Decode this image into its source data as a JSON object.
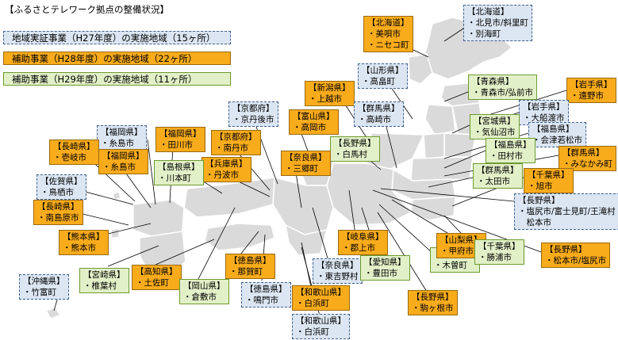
{
  "title": "【ふるさとテレワーク拠点の整備状況】",
  "colors": {
    "fy27": "#dce6f2",
    "fy28": "#f8ab1b",
    "fy29": "#e2f0c8",
    "map_land": "#dadada",
    "map_border": "#ffffff"
  },
  "legend": [
    {
      "text": "地域実証事業（H27年度）の実施地域（15ヶ所）",
      "year": "H27"
    },
    {
      "text": "補助事業（H28年度）の実施地域（22ヶ所）",
      "year": "H28"
    },
    {
      "text": "補助事業（H29年度）の実施地域（11ヶ所）",
      "year": "H29"
    }
  ],
  "sites": [
    {
      "id": "hokkaido-bibai",
      "year": "H28",
      "pref": "【北海道】",
      "places": [
        "・美唄市",
        "・ニセコ町"
      ]
    },
    {
      "id": "hokkaido-kitami",
      "year": "H27",
      "pref": "【北海道】",
      "places": [
        "・北見市/斜里町",
        "・別海町"
      ]
    },
    {
      "id": "yamagata",
      "year": "H27",
      "pref": "【山形県】",
      "places": [
        "・高畠町"
      ]
    },
    {
      "id": "niigata",
      "year": "H28",
      "pref": "【新潟県】",
      "places": [
        "・上越市"
      ]
    },
    {
      "id": "gunma-takasaki",
      "year": "H27",
      "pref": "【群馬県】",
      "places": [
        "・高崎市"
      ]
    },
    {
      "id": "aomori",
      "year": "H29",
      "pref": "【青森県】",
      "places": [
        "・青森市/弘前市"
      ]
    },
    {
      "id": "iwate-tono",
      "year": "H28",
      "pref": "【岩手県】",
      "places": [
        "・遠野市"
      ]
    },
    {
      "id": "iwate-ofunato",
      "year": "H27",
      "pref": "【岩手県】",
      "places": [
        "・大船渡市"
      ]
    },
    {
      "id": "miyagi",
      "year": "H29",
      "pref": "【宮城県】",
      "places": [
        "・気仙沼市"
      ]
    },
    {
      "id": "fukushima-aizu",
      "year": "H27",
      "pref": "【福島県】",
      "places": [
        "・会津若松市"
      ]
    },
    {
      "id": "fukushima-tamura",
      "year": "H29",
      "pref": "【福島県】",
      "places": [
        "・田村市"
      ]
    },
    {
      "id": "gunma-minakami",
      "year": "H28",
      "pref": "【群馬県】",
      "places": [
        "・みなかみ町"
      ]
    },
    {
      "id": "gunma-ota",
      "year": "H29",
      "pref": "【群馬県】",
      "places": [
        "・太田市"
      ]
    },
    {
      "id": "chiba-asahi",
      "year": "H28",
      "pref": "【千葉県】",
      "places": [
        "・旭市"
      ]
    },
    {
      "id": "nagano-shiojiri",
      "year": "H27",
      "pref": "【長野県】",
      "places": [
        "・塩尻市/富士見町/王滝村",
        "　松本市"
      ]
    },
    {
      "id": "nagano-matsumoto",
      "year": "H28",
      "pref": "【長野県】",
      "places": [
        "・松本市/塩尻市"
      ]
    },
    {
      "id": "kyoto-kyotango",
      "year": "H27",
      "pref": "【京都府】",
      "places": [
        "・京丹後市"
      ]
    },
    {
      "id": "kyoto-nantan",
      "year": "H28",
      "pref": "【京都府】",
      "places": [
        "・南丹市"
      ]
    },
    {
      "id": "toyama",
      "year": "H28",
      "pref": "【富山県】",
      "places": [
        "・高岡市"
      ]
    },
    {
      "id": "nagano-hakuba",
      "year": "H29",
      "pref": "【長野県】",
      "places": [
        "・白馬村"
      ]
    },
    {
      "id": "nara-sango",
      "year": "H28",
      "pref": "【奈良県】",
      "places": [
        "・三郷町"
      ]
    },
    {
      "id": "hyogo",
      "year": "H28",
      "pref": "【兵庫県】",
      "places": [
        "・丹波市"
      ]
    },
    {
      "id": "shimane",
      "year": "H29",
      "pref": "【島根県】",
      "places": [
        "・川本町"
      ]
    },
    {
      "id": "fukuoka-itoshima-27",
      "year": "H27",
      "pref": "【福岡県】",
      "places": [
        "・糸島市"
      ]
    },
    {
      "id": "fukuoka-tagawa",
      "year": "H28",
      "pref": "【福岡県】",
      "places": [
        "・田川市"
      ]
    },
    {
      "id": "nagasaki-iki",
      "year": "H28",
      "pref": "【長崎県】",
      "places": [
        "・壱岐市"
      ]
    },
    {
      "id": "fukuoka-itoshima-28",
      "year": "H28",
      "pref": "【福岡県】",
      "places": [
        "・糸島市"
      ]
    },
    {
      "id": "saga",
      "year": "H27",
      "pref": "【佐賀県】",
      "places": [
        "・鳥栖市"
      ]
    },
    {
      "id": "nagasaki-minamishimabara",
      "year": "H28",
      "pref": "【長崎県】",
      "places": [
        "・南島原市"
      ]
    },
    {
      "id": "kumamoto",
      "year": "H28",
      "pref": "【熊本県】",
      "places": [
        "・熊本市"
      ]
    },
    {
      "id": "okinawa",
      "year": "H27",
      "pref": "【沖縄県】",
      "places": [
        "・竹富町"
      ]
    },
    {
      "id": "miyazaki",
      "year": "H29",
      "pref": "【宮崎県】",
      "places": [
        "・椎葉村"
      ]
    },
    {
      "id": "kochi",
      "year": "H28",
      "pref": "【高知県】",
      "places": [
        "・土佐町"
      ]
    },
    {
      "id": "okayama",
      "year": "H29",
      "pref": "【岡山県】",
      "places": [
        "・倉敷市"
      ]
    },
    {
      "id": "tokushima-naka",
      "year": "H28",
      "pref": "【徳島県】",
      "places": [
        "・那賀町"
      ]
    },
    {
      "id": "tokushima-naruto",
      "year": "H27",
      "pref": "【徳島県】",
      "places": [
        "・鳴門市"
      ]
    },
    {
      "id": "wakayama-shirahama-28",
      "year": "H28",
      "pref": "【和歌山県】",
      "places": [
        "・白浜町"
      ]
    },
    {
      "id": "wakayama-shirahama-27",
      "year": "H27",
      "pref": "【和歌山県】",
      "places": [
        "・白浜町"
      ]
    },
    {
      "id": "nara-higashiyoshino",
      "year": "H27",
      "pref": "【奈良県】",
      "places": [
        "・東吉野村"
      ]
    },
    {
      "id": "gifu",
      "year": "H28",
      "pref": "【岐阜県】",
      "places": [
        "・郡上市"
      ]
    },
    {
      "id": "aichi",
      "year": "H29",
      "pref": "【愛知県】",
      "places": [
        "・豊田市"
      ]
    },
    {
      "id": "nagano-komagane",
      "year": "H28",
      "pref": "【長野県】",
      "places": [
        "・駒ヶ根市"
      ]
    },
    {
      "id": "nagano-kiso",
      "year": "H29",
      "pref": "【長野県】",
      "places": [
        "・木曽町"
      ]
    },
    {
      "id": "yamanashi",
      "year": "H28",
      "pref": "【山梨県】",
      "places": [
        "・甲府市"
      ]
    },
    {
      "id": "chiba-katsuura",
      "year": "H29",
      "pref": "【千葉県】",
      "places": [
        "・勝浦市"
      ]
    }
  ]
}
